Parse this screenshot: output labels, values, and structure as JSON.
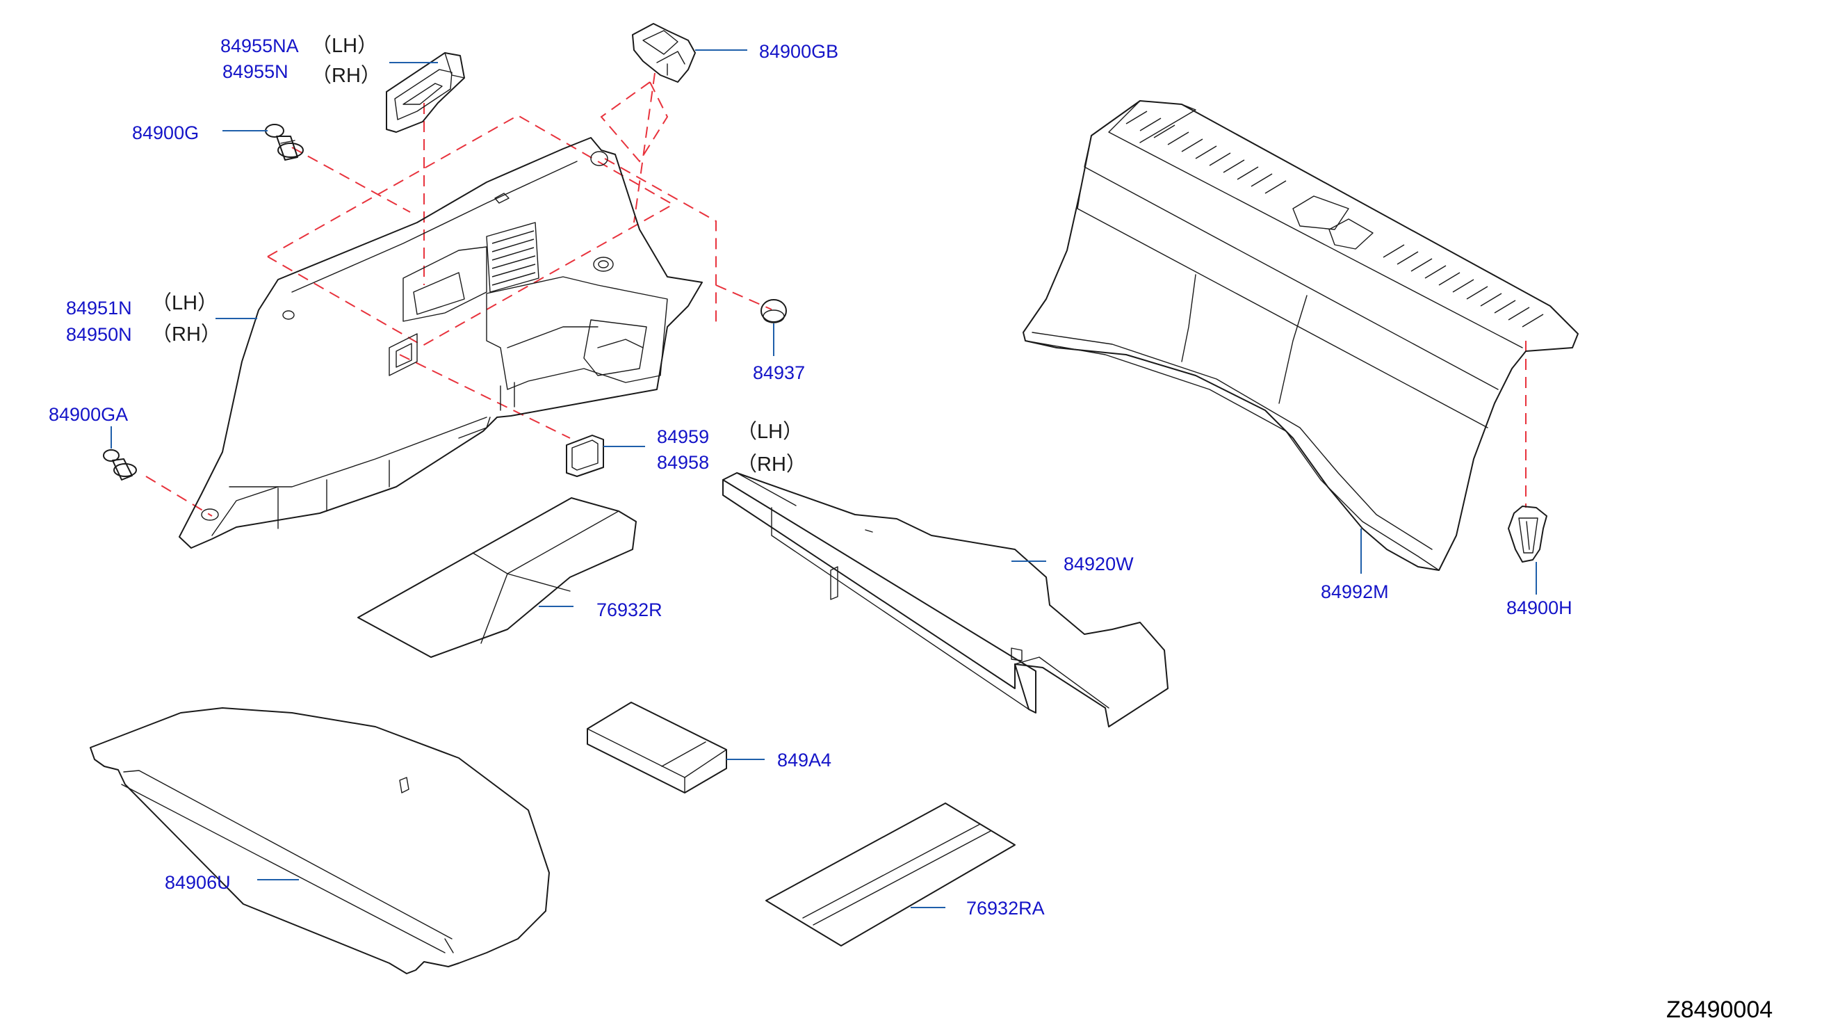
{
  "diagram_id": "Z8490004",
  "labels": {
    "p84955NA": "84955NA",
    "p84955N": "84955N",
    "p84900GB": "84900GB",
    "p84900G": "84900G",
    "p84951N": "84951N",
    "p84950N": "84950N",
    "p84900GA": "84900GA",
    "p84937": "84937",
    "p84959": "84959",
    "p84958": "84958",
    "p84920W": "84920W",
    "p76932R": "76932R",
    "p84992M": "84992M",
    "p84900H": "84900H",
    "p849A4": "849A4",
    "p84906U": "84906U",
    "p76932RA": "76932RA"
  },
  "sides": {
    "lh": "（LH）",
    "rh": "（RH）"
  },
  "colors": {
    "label": "#1414c8",
    "leader": "#1f5faa",
    "dashed_guide": "#e8323c",
    "outline": "#1a1a1a"
  }
}
